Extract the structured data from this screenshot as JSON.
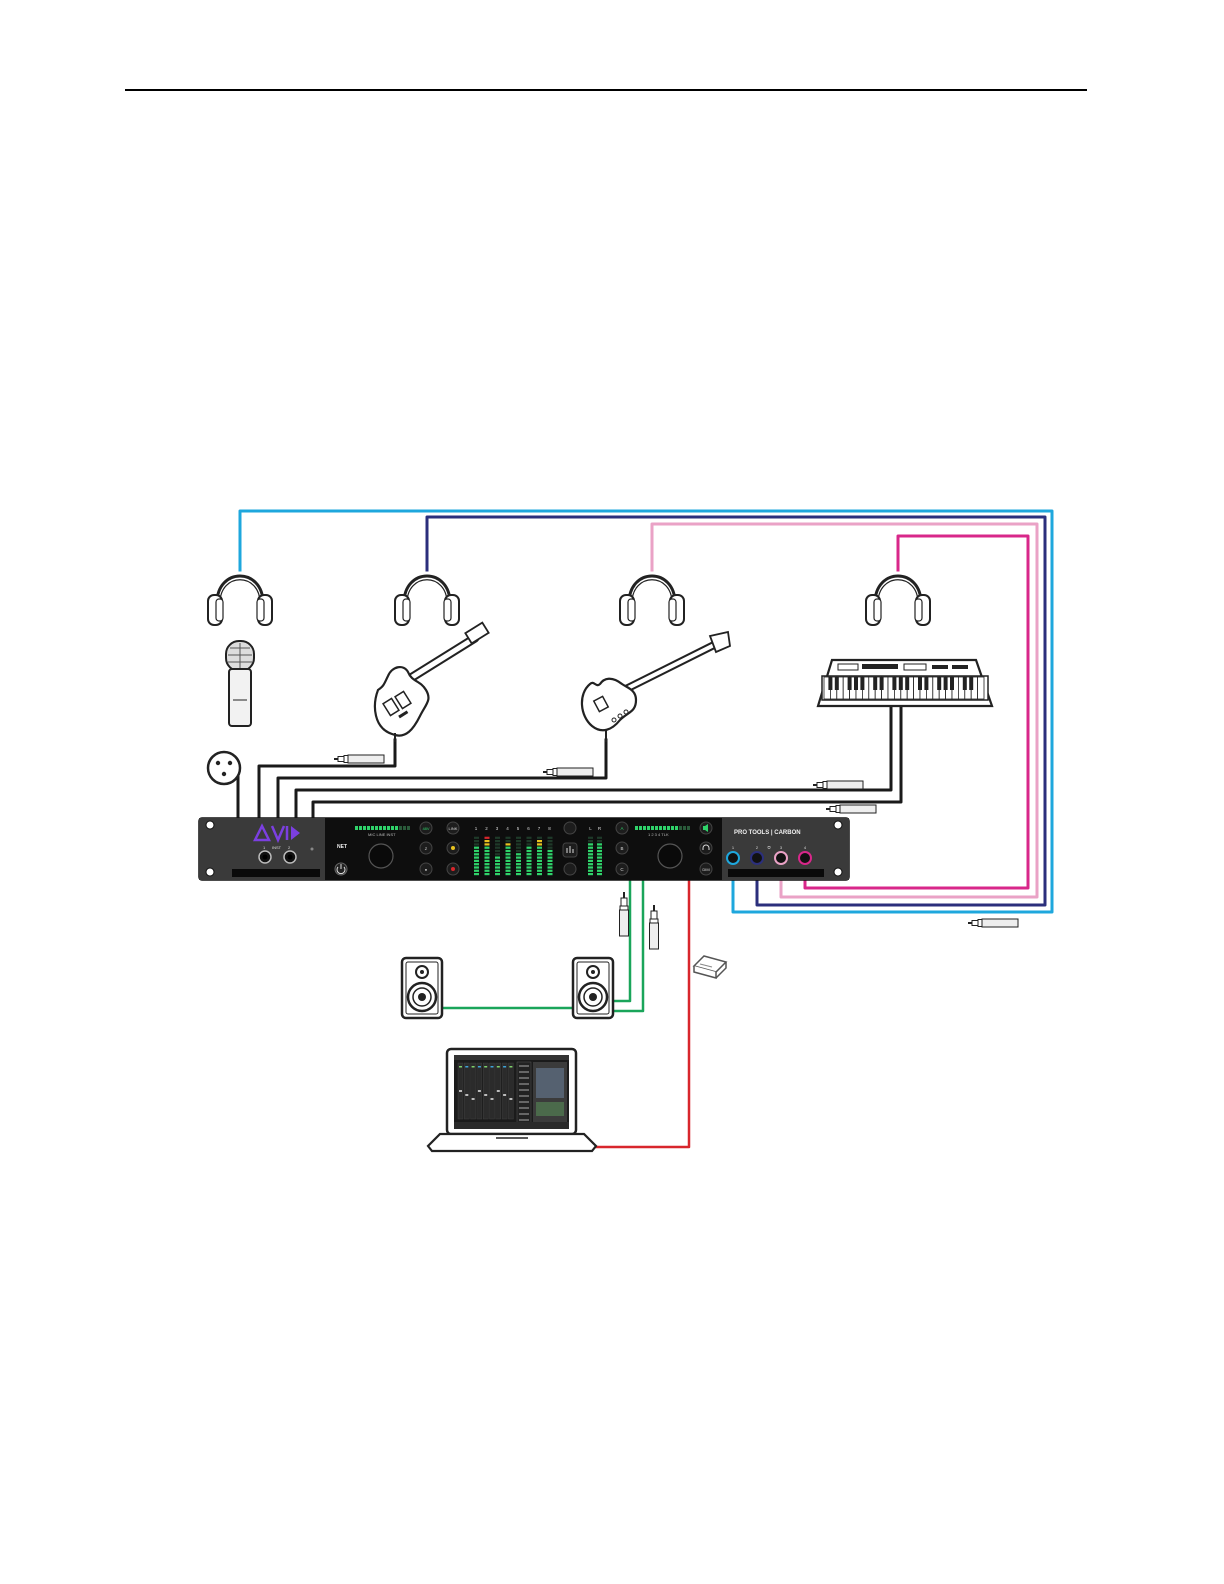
{
  "diagram": {
    "colors": {
      "cyan": "#1ea7dd",
      "navy": "#2b2f7c",
      "light_pink": "#eaa2c6",
      "magenta": "#d8278a",
      "black": "#1a1a1a",
      "green": "#1aa55a",
      "red": "#d8262c",
      "avid_purple": "#7b3fe0",
      "meter_green": "#2fd36a"
    },
    "interface": {
      "preamp_header": "MIC  LINE  INST",
      "input_jack_labels": [
        "1",
        "INST",
        "2"
      ],
      "net_label": "NET",
      "left_buttons": [
        "48V",
        "Z",
        "●"
      ],
      "link_buttons": [
        "LINK",
        "●",
        "●"
      ],
      "channel_numbers": [
        "1",
        "2",
        "3",
        "4",
        "5",
        "6",
        "7",
        "8"
      ],
      "lr_labels": [
        "L",
        "R"
      ],
      "abc_buttons": [
        "A",
        "B",
        "C"
      ],
      "monitor_header": "1 2 3 4 TLK",
      "dim_label": "DIM",
      "brand": "PRO TOOLS | CARBON",
      "headphone_out_labels": [
        "1",
        "2",
        "℧",
        "3",
        "4"
      ]
    },
    "icons": [
      "headphones-icon",
      "microphone-icon",
      "xlr-connector-icon",
      "electric-guitar-icon",
      "bass-guitar-icon",
      "midi-keyboard-icon",
      "quarter-inch-plug-icon",
      "studio-monitor-icon",
      "laptop-icon",
      "ethernet-plug-icon"
    ]
  }
}
